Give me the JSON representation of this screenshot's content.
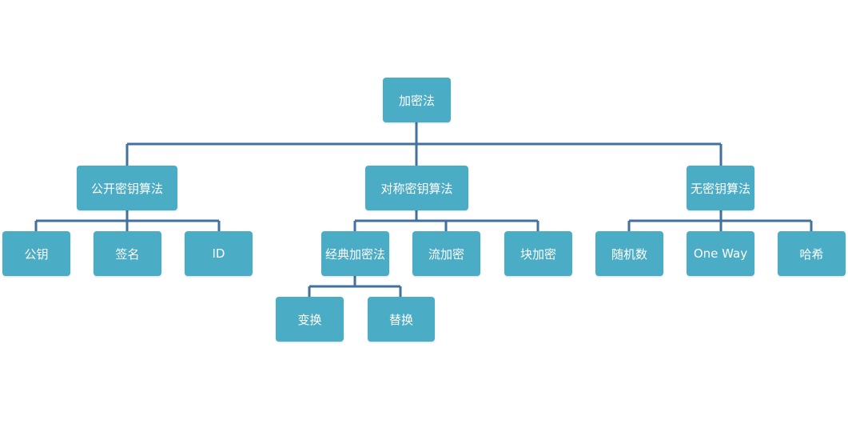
{
  "colors": {
    "node_fill": "#4bacc6",
    "node_text": "#ffffff",
    "connector": "#41719c"
  },
  "root": {
    "label": "加密法"
  },
  "public_key": {
    "label": "公开密钥算法",
    "children": [
      "公钥",
      "签名",
      "ID"
    ]
  },
  "symmetric": {
    "label": "对称密钥算法",
    "classic": {
      "label": "经典加密法",
      "children": [
        "变换",
        "替换"
      ]
    },
    "stream": "流加密",
    "block": "块加密"
  },
  "no_key": {
    "label": "无密钥算法",
    "children": [
      "随机数",
      "One Way",
      "哈希"
    ]
  }
}
